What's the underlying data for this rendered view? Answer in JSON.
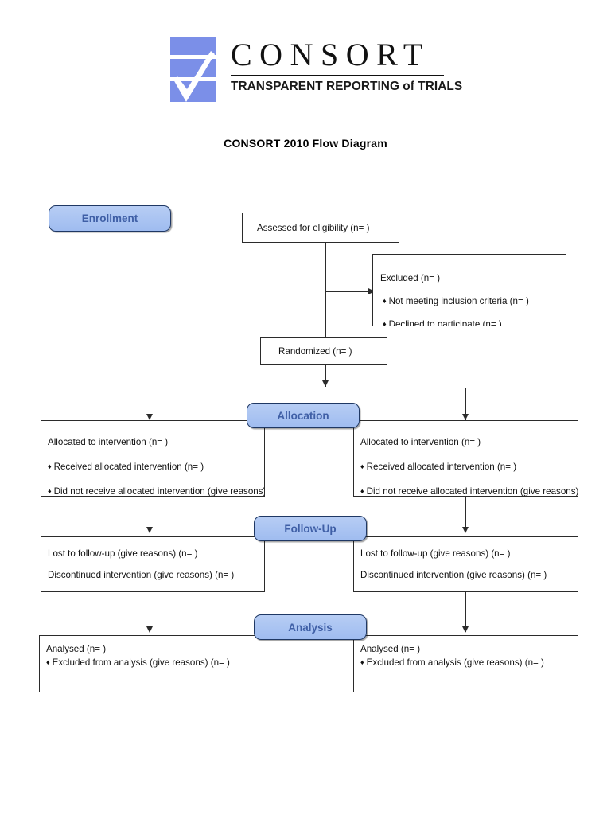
{
  "logo": {
    "wordmark": "CONSORT",
    "tagline_upper_1": "TRANSPARENT REPORTING",
    "tagline_lower": "of",
    "tagline_upper_2": "TRIALS",
    "mark_icon": "consort-checkmark-bars-logo",
    "bar_color": "#7b8fe8",
    "check_color": "#ffffff"
  },
  "title": "CONSORT 2010 Flow Diagram",
  "colors": {
    "pill_fill": "#a9c2f2",
    "pill_border": "#1f3864",
    "pill_text": "#3f5fa6",
    "box_border": "#2b2b2b",
    "connector": "#2b2b2b",
    "page_background": "#ffffff"
  },
  "stages": {
    "enrollment": "Enrollment",
    "allocation": "Allocation",
    "followup": "Follow-Up",
    "analysis": "Analysis"
  },
  "boxes": {
    "assessed": {
      "lines": [
        "Assessed for eligibility (n=  )"
      ]
    },
    "excluded": {
      "heading": "Excluded  (n=  )",
      "bullets": [
        "Not meeting inclusion criteria (n=  )",
        "Declined to participate (n=  )"
      ]
    },
    "randomized": {
      "lines": [
        "Randomized (n=  )"
      ]
    },
    "allocation_left": {
      "heading": "Allocated to intervention (n=  )",
      "bullets": [
        "Received allocated intervention (n=  )",
        "Did not receive allocated intervention (give reasons) (n=  )"
      ]
    },
    "allocation_right": {
      "heading": "Allocated to intervention (n=  )",
      "bullets": [
        "Received allocated intervention (n=  )",
        "Did not receive allocated intervention (give reasons) (n=  )"
      ]
    },
    "followup_left": {
      "lines": [
        "Lost to follow-up (give reasons) (n=  )",
        "Discontinued intervention (give reasons) (n=  )"
      ]
    },
    "followup_right": {
      "lines": [
        "Lost to follow-up (give reasons) (n=  )",
        "Discontinued intervention (give reasons) (n=  )"
      ]
    },
    "analysis_left": {
      "heading": "Analysed  (n=  )",
      "bullets": [
        "Excluded from analysis (give reasons) (n=  )"
      ]
    },
    "analysis_right": {
      "heading": "Analysed  (n=  )",
      "bullets": [
        "Excluded from analysis (give reasons) (n=  )"
      ]
    }
  },
  "bullet_glyph": "♦"
}
